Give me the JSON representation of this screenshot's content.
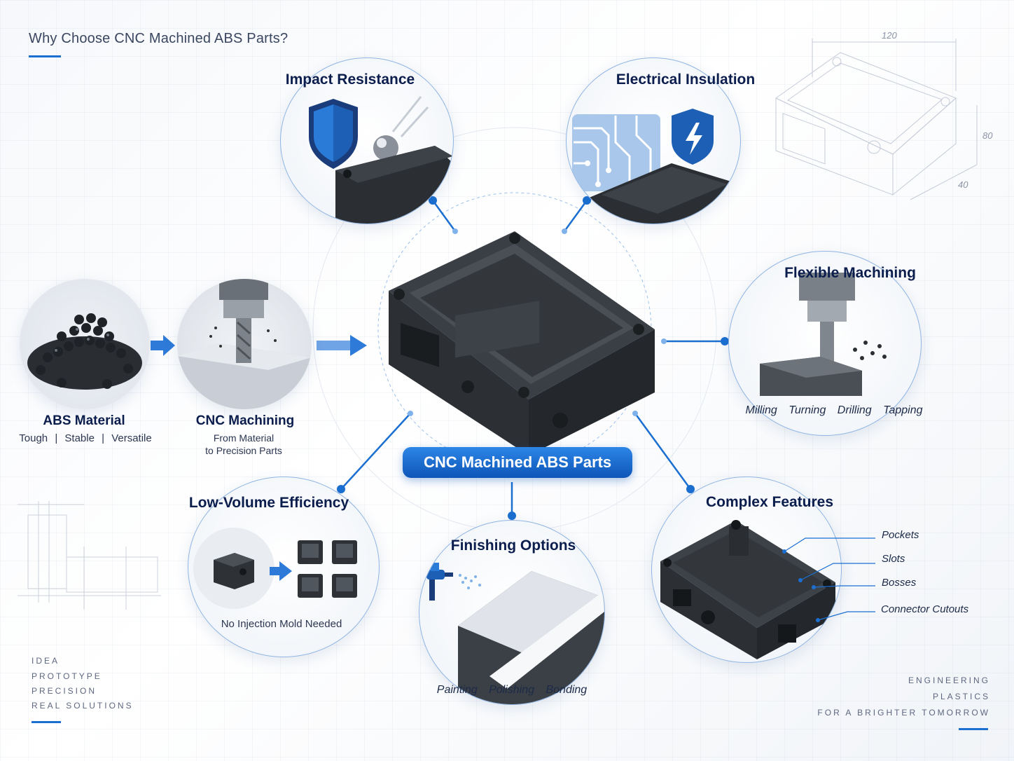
{
  "page": {
    "title": "Why Choose CNC Machined ABS Parts?"
  },
  "center": {
    "label": "CNC Machined ABS Parts"
  },
  "process": {
    "material": {
      "title": "ABS Material",
      "tags": [
        "Tough",
        "Stable",
        "Versatile"
      ],
      "separator": "|"
    },
    "machining": {
      "title": "CNC Machining",
      "subtitle_line1": "From Material",
      "subtitle_line2": "to Precision Parts"
    }
  },
  "features": {
    "impact": {
      "title": "Impact Resistance"
    },
    "electrical": {
      "title": "Electrical Insulation"
    },
    "flexible": {
      "title": "Flexible Machining",
      "items": [
        "Milling",
        "Turning",
        "Drilling",
        "Tapping"
      ]
    },
    "low_volume": {
      "title": "Low-Volume Efficiency",
      "caption": "No Injection Mold Needed"
    },
    "finishing": {
      "title": "Finishing Options",
      "items": [
        "Painting",
        "Polishing",
        "Bonding"
      ]
    },
    "complex": {
      "title": "Complex Features",
      "callouts": [
        "Pockets",
        "Slots",
        "Bosses",
        "Connector Cutouts"
      ]
    }
  },
  "drawing": {
    "dim_width": "120",
    "dim_height": "80",
    "dim_depth": "40"
  },
  "left_footer": [
    "IDEA",
    "PROTOTYPE",
    "PRECISION",
    "REAL SOLUTIONS"
  ],
  "right_footer": [
    "ENGINEERING",
    "PLASTICS",
    "FOR A BRIGHTER TOMORROW"
  ],
  "colors": {
    "accent": "#1a6fd1",
    "title_text": "#0b1d4d",
    "part_dark": "#2f3338",
    "badge": "#0d56b8"
  },
  "icons": [
    "shield-icon",
    "lightning-shield-icon",
    "circuit-board-icon",
    "steel-ball-icon",
    "end-mill-icon",
    "spray-gun-icon",
    "arrow-right-icon"
  ]
}
